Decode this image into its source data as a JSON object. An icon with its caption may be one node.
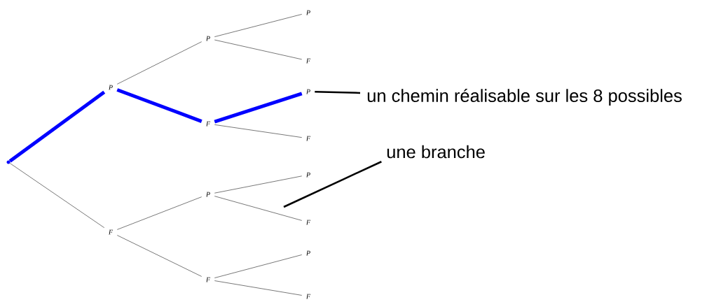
{
  "diagram": {
    "nodes": [
      {
        "text": [],
        "shape": "point"
      },
      {
        "text": [
          "P"
        ]
      },
      {
        "text": [
          "F"
        ]
      },
      {
        "text": [
          "P"
        ]
      },
      {
        "text": [
          "F"
        ]
      },
      {
        "text": [
          "P"
        ]
      },
      {
        "text": [
          "F"
        ]
      },
      {
        "text": [
          "P"
        ]
      },
      {
        "text": [
          "F"
        ]
      },
      {
        "text": [
          "P"
        ]
      },
      {
        "text": [
          "F"
        ]
      },
      {
        "text": [
          "P"
        ]
      },
      {
        "text": [
          "F"
        ]
      },
      {
        "text": [
          "P"
        ]
      },
      {
        "text": [
          "F"
        ]
      },
      {
        "text": [
          "un chemin réalisable sur les 8 possibles"
        ]
      },
      {
        "text": [
          "une branche"
        ]
      }
    ],
    "edges": [
      {
        "from": 0,
        "to": 1,
        "arrow": "none",
        "style": "thick",
        "color": "#0000ff"
      },
      {
        "from": 0,
        "to": 2,
        "arrow": "none"
      },
      {
        "from": 1,
        "to": 3,
        "arrow": "none"
      },
      {
        "from": 1,
        "to": 4,
        "arrow": "none",
        "style": "thick",
        "color": "#0000ff"
      },
      {
        "from": 2,
        "to": 5,
        "arrow": "none"
      },
      {
        "from": 2,
        "to": 6,
        "arrow": "none"
      },
      {
        "from": 3,
        "to": 7,
        "arrow": "none"
      },
      {
        "from": 3,
        "to": 8,
        "arrow": "none"
      },
      {
        "from": 4,
        "to": 9,
        "arrow": "none",
        "style": "thick",
        "color": "#0000ff"
      },
      {
        "from": 4,
        "to": 10,
        "arrow": "none"
      },
      {
        "from": 5,
        "to": 11,
        "arrow": "none"
      },
      {
        "from": 5,
        "to": 12,
        "arrow": "none"
      },
      {
        "from": 6,
        "to": 13,
        "arrow": "none"
      },
      {
        "from": 6,
        "to": 14,
        "arrow": "none"
      },
      {
        "from": 15,
        "to": 9,
        "arrow": "none",
        "style": "thick",
        "color": "#000000"
      },
      {
        "from": 16,
        "to": null,
        "arrow": "none",
        "style": "thick",
        "color": "#000000"
      }
    ]
  }
}
